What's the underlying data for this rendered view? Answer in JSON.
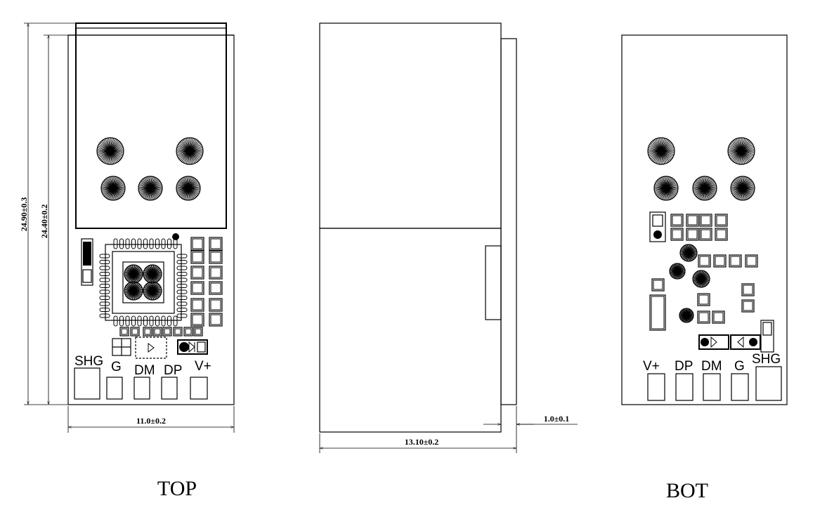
{
  "top_view": {
    "label": "TOP",
    "pins": [
      "SHG",
      "G",
      "DM",
      "DP",
      "V+"
    ],
    "dim_width": "11.0±0.2",
    "dim_height_outer": "24.90±0.3",
    "dim_height_inner": "24.40±0.2"
  },
  "side_view": {
    "dim_depth": "13.10±0.2",
    "dim_pcb": "1.0±0.1"
  },
  "bottom_view": {
    "label": "BOT",
    "pins": [
      "V+",
      "DP",
      "DM",
      "G",
      "SHG"
    ]
  },
  "colors": {
    "line": "#000000",
    "background": "#ffffff"
  }
}
